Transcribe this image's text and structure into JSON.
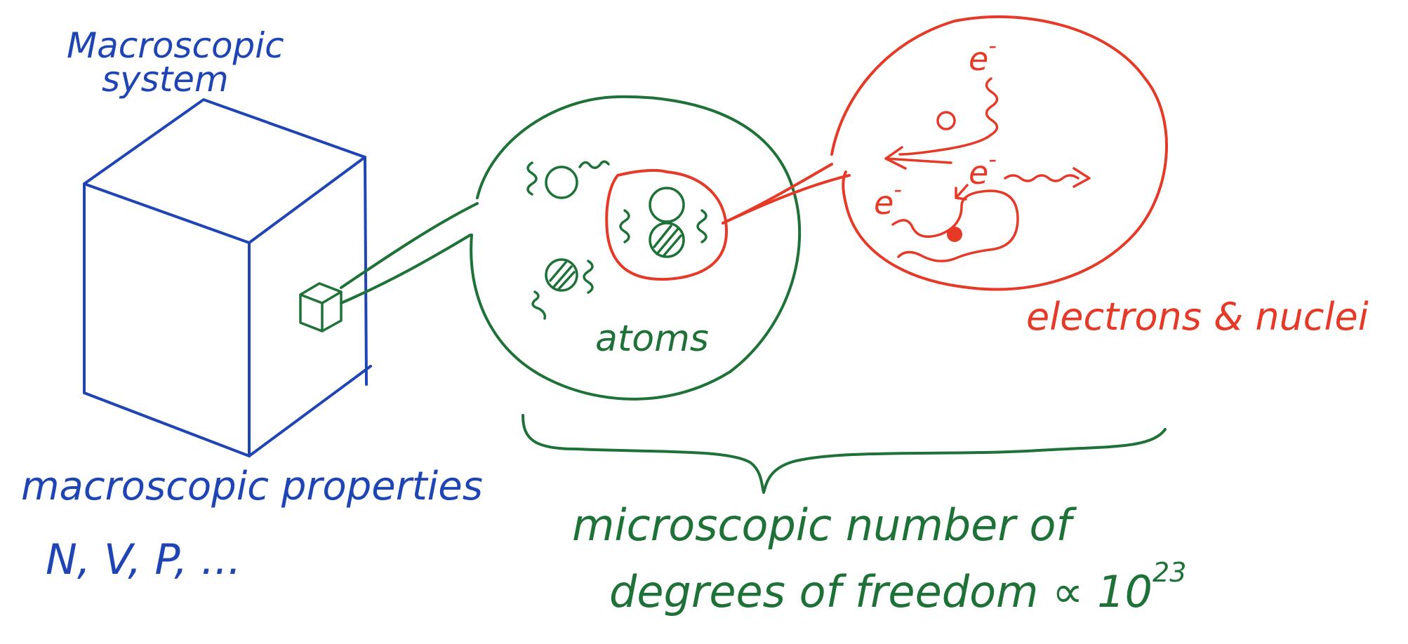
{
  "colors": {
    "macro": "#1f45b4",
    "atoms": "#1e7238",
    "electrons": "#e53a28",
    "background": "#ffffff"
  },
  "labels": {
    "macroscopic_system": [
      "Macroscopic",
      "system"
    ],
    "macroscopic_properties": "macroscopic properties",
    "properties_list": "N, V, P, ...",
    "atoms": "atoms",
    "electrons_nuclei": "electrons & nuclei",
    "electron_symbol": "e",
    "electron_charge": "-",
    "microscopic_line1": "microscopic number of",
    "microscopic_line2_text": "degrees of freedom ∝ 10",
    "exponent": "23"
  }
}
